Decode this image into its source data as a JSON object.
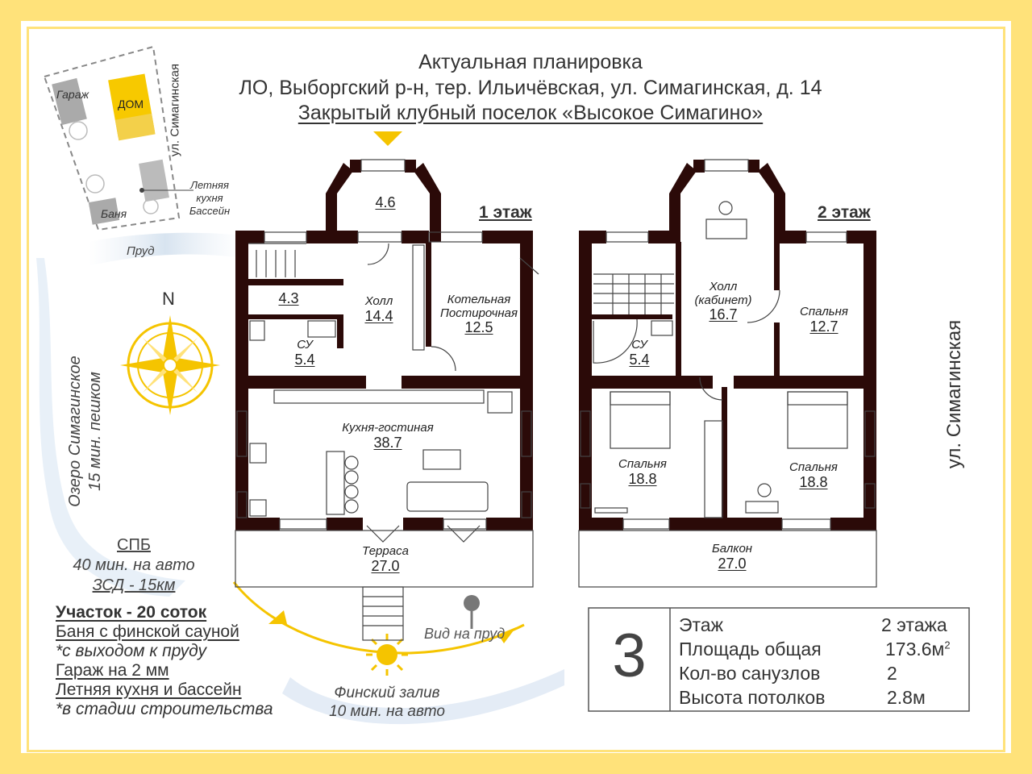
{
  "header": {
    "line1": "Актуальная планировка",
    "line2": "ЛО, Выборгский р-н, тер. Ильичёвская, ул. Симагинская, д. 14",
    "line3": "Закрытый клубный поселок «Высокое Симагино»"
  },
  "site_plan": {
    "garage": "Гараж",
    "house": "ДОМ",
    "street": "ул. Симагинская",
    "summer_kitchen": "Летняя кухня Бассейн",
    "banya": "Баня",
    "pond": "Пруд"
  },
  "compass": {
    "north": "N"
  },
  "lake_text": {
    "line1": "Озеро Симагинское",
    "line2": "15 мин. пешком"
  },
  "street_right": "ул. Симагинская",
  "floor1": {
    "label": "1 этаж",
    "rooms": [
      {
        "name": "",
        "area": "4.6"
      },
      {
        "name": "",
        "area": "4.3"
      },
      {
        "name": "Холл",
        "area": "14.4"
      },
      {
        "name": "Котельная Постирочная",
        "area": "12.5"
      },
      {
        "name": "СУ",
        "area": "5.4"
      },
      {
        "name": "Кухня-гостиная",
        "area": "38.7"
      },
      {
        "name": "Терраса",
        "area": "27.0"
      }
    ]
  },
  "floor2": {
    "label": "2 этаж",
    "rooms": [
      {
        "name": "Холл (кабинет)",
        "area": "16.7"
      },
      {
        "name": "Спальня",
        "area": "12.7"
      },
      {
        "name": "СУ",
        "area": "5.4"
      },
      {
        "name": "Спальня",
        "area": "18.8"
      },
      {
        "name": "Спальня",
        "area": "18.8"
      },
      {
        "name": "Балкон",
        "area": "27.0"
      }
    ]
  },
  "travel": {
    "city": "СПБ",
    "car": "40 мин. на авто",
    "road": "ЗСД - 15км"
  },
  "features": [
    {
      "text": "Участок - 20 соток",
      "style": "bold-underline"
    },
    {
      "text": "Баня с финской сауной",
      "style": "underline"
    },
    {
      "text": "*с выходом к пруду",
      "style": "italic"
    },
    {
      "text": "Гараж на 2 мм",
      "style": "underline"
    },
    {
      "text": "Летняя кухня и бассейн",
      "style": "underline"
    },
    {
      "text": "*в стадии строительства",
      "style": "italic"
    }
  ],
  "pond_view": "Вид на пруд",
  "gulf": {
    "line1": "Финский залив",
    "line2": "10 мин. на авто"
  },
  "summary": {
    "rooms_count": "3",
    "rows": [
      {
        "label": "Этаж",
        "value": "2 этажа"
      },
      {
        "label": "Площадь общая",
        "value": "173.6м",
        "sup": "2"
      },
      {
        "label": "Кол-во санузлов",
        "value": "2"
      },
      {
        "label": "Высота потолков",
        "value": "2.8м"
      }
    ]
  },
  "colors": {
    "frame": "#ffe27a",
    "wall": "#2b0a08",
    "accent": "#f5c400",
    "sun": "#ffd84a",
    "water": "#dde7f2"
  }
}
